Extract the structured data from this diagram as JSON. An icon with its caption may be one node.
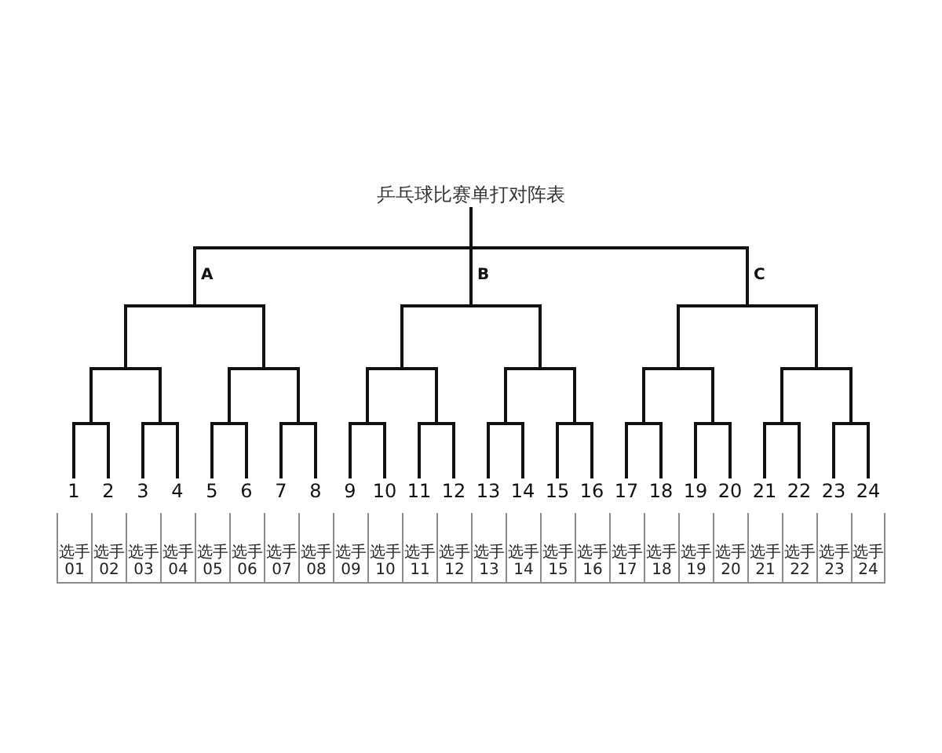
{
  "diagram": {
    "nodes": [
      {
        "text": [
          "乒乓球比赛单打对阵表"
        ]
      },
      {
        "text": [
          "1"
        ]
      },
      {
        "text": [
          "2"
        ]
      },
      {
        "text": [
          "3"
        ]
      },
      {
        "text": [
          "4"
        ]
      },
      {
        "text": [
          "5"
        ]
      },
      {
        "text": [
          "6"
        ]
      },
      {
        "text": [
          "7"
        ]
      },
      {
        "text": [
          "8"
        ]
      },
      {
        "text": [
          "9"
        ]
      },
      {
        "text": [
          "10"
        ]
      },
      {
        "text": [
          "11"
        ]
      },
      {
        "text": [
          "12"
        ]
      },
      {
        "text": [
          "13"
        ]
      },
      {
        "text": [
          "14"
        ]
      },
      {
        "text": [
          "15"
        ]
      },
      {
        "text": [
          "16"
        ]
      },
      {
        "text": [
          "17"
        ]
      },
      {
        "text": [
          "18"
        ]
      },
      {
        "text": [
          "19"
        ]
      },
      {
        "text": [
          "20"
        ]
      },
      {
        "text": [
          "21"
        ]
      },
      {
        "text": [
          "22"
        ]
      },
      {
        "text": [
          "23"
        ]
      },
      {
        "text": [
          "24"
        ]
      },
      {
        "text": [
          "选手01"
        ]
      },
      {
        "text": [
          "选手02"
        ]
      },
      {
        "text": [
          "选手03"
        ]
      },
      {
        "text": [
          "选手04"
        ]
      },
      {
        "text": [
          "选手05"
        ]
      },
      {
        "text": [
          "选手06"
        ]
      },
      {
        "text": [
          "选手07"
        ]
      },
      {
        "text": [
          "选手08"
        ]
      },
      {
        "text": [
          "选手09"
        ]
      },
      {
        "text": [
          "选手10"
        ]
      },
      {
        "text": [
          "选手11"
        ]
      },
      {
        "text": [
          "选手12"
        ]
      },
      {
        "text": [
          "选手13"
        ]
      },
      {
        "text": [
          "选手14"
        ]
      },
      {
        "text": [
          "选手15"
        ]
      },
      {
        "text": [
          "选手16"
        ]
      },
      {
        "text": [
          "选手17"
        ]
      },
      {
        "text": [
          "选手18"
        ]
      },
      {
        "text": [
          "选手19"
        ]
      },
      {
        "text": [
          "选手20"
        ]
      },
      {
        "text": [
          "选手21"
        ]
      },
      {
        "text": [
          "选手22"
        ]
      },
      {
        "text": [
          "选手23"
        ]
      },
      {
        "text": [
          "选手24"
        ]
      }
    ],
    "edges": [
      {
        "from": 1,
        "to": 0,
        "arrow": "none"
      },
      {
        "from": 2,
        "to": 0,
        "arrow": "none"
      },
      {
        "from": 3,
        "to": 0,
        "arrow": "none"
      },
      {
        "from": 4,
        "to": 0,
        "arrow": "none"
      },
      {
        "from": 5,
        "to": 0,
        "arrow": "none"
      },
      {
        "from": 6,
        "to": 0,
        "arrow": "none"
      },
      {
        "from": 7,
        "to": 0,
        "arrow": "none"
      },
      {
        "from": 8,
        "to": 0,
        "arrow": "none"
      },
      {
        "from": 9,
        "to": 0,
        "arrow": "none"
      },
      {
        "from": 10,
        "to": 0,
        "arrow": "none"
      },
      {
        "from": 11,
        "to": 0,
        "arrow": "none"
      },
      {
        "from": 12,
        "to": 0,
        "arrow": "none"
      },
      {
        "from": 13,
        "to": 0,
        "arrow": "none"
      },
      {
        "from": 14,
        "to": 0,
        "arrow": "none"
      },
      {
        "from": 15,
        "to": 0,
        "arrow": "none"
      },
      {
        "from": 16,
        "to": 0,
        "arrow": "none"
      },
      {
        "from": 17,
        "to": 0,
        "arrow": "none"
      },
      {
        "from": 18,
        "to": 0,
        "arrow": "none"
      },
      {
        "from": 19,
        "to": 0,
        "arrow": "none"
      },
      {
        "from": 20,
        "to": 0,
        "arrow": "none"
      },
      {
        "from": 21,
        "to": 0,
        "arrow": "none"
      },
      {
        "from": 22,
        "to": 0,
        "arrow": "none"
      },
      {
        "from": 23,
        "to": 0,
        "arrow": "none"
      },
      {
        "from": 24,
        "to": 0,
        "arrow": "none"
      }
    ],
    "labels": [
      "A",
      "B",
      "C"
    ]
  }
}
